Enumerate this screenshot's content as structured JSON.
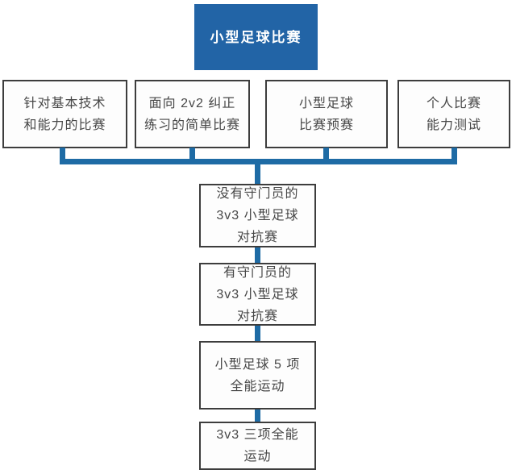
{
  "colors": {
    "background": "#ffffff",
    "root_bg": "#2264a6",
    "root_text": "#ffffff",
    "connector": "#1e6ba5",
    "box_bg": "#fdfdfd",
    "box_border": "#3d3d3d",
    "box_text": "#474747"
  },
  "flowchart": {
    "root": {
      "label": "小型足球比赛"
    },
    "level2": [
      {
        "label": "针对基本技术\n和能力的比赛"
      },
      {
        "label": "面向 2v2 纠正\n练习的简单比赛"
      },
      {
        "label": "小型足球\n比赛预赛"
      },
      {
        "label": "个人比赛\n能力测试"
      }
    ],
    "chain": [
      {
        "label": "没有守门员的\n3v3 小型足球\n对抗赛"
      },
      {
        "label": "有守门员的\n3v3 小型足球\n对抗赛"
      },
      {
        "label": "小型足球 5 项\n全能运动"
      },
      {
        "label": "3v3 三项全能\n运动"
      }
    ]
  }
}
